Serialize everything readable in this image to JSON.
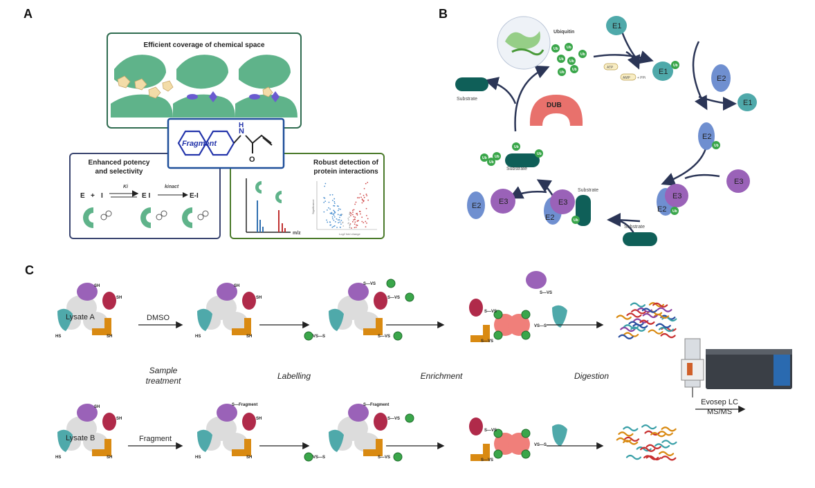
{
  "panels": {
    "a": {
      "letter": "A",
      "top_box_title": "Efficient coverage of chemical space",
      "fragment_label": "Fragment",
      "nh_label": "H",
      "n_label": "N",
      "o_label": "O",
      "left_box_title_1": "Enhanced potency",
      "left_box_title_2": "and selectivity",
      "eq_e": "E",
      "eq_plus": "+",
      "eq_i": "I",
      "eq_ki": "Ki",
      "eq_ei": "E I",
      "eq_kinact": "kinact",
      "eq_e_i": "E-I",
      "right_box_title_1": "Robust detection of",
      "right_box_title_2": "protein interactions",
      "mz_label": "m/z",
      "volcano_ylabel": "Significance",
      "volcano_xlabel": "Log2 fold change"
    },
    "b": {
      "letter": "B",
      "ubiquitin": "Ubiquitin",
      "ub": "Ub",
      "e1": "E1",
      "e2": "E2",
      "e3": "E3",
      "atp": "ATP",
      "amp": "AMP",
      "ppi": "+ PPi",
      "dub": "DUB",
      "substrate": "Substrate"
    },
    "c": {
      "letter": "C",
      "lysate_a": "Lysate A",
      "lysate_b": "Lysate B",
      "dmso": "DMSO",
      "fragment": "Fragment",
      "step_1_line1": "Sample",
      "step_1_line2": "treatment",
      "step_2": "Labelling",
      "step_3": "Enrichment",
      "step_4": "Digestion",
      "instrument_line1": "Evosep LC",
      "instrument_line2": "MS/MS",
      "sh": "SH",
      "hs": "HS",
      "s_vs": "S—VS",
      "vs_s": "VS—S",
      "s_fragment": "S—Fragment"
    }
  },
  "colors": {
    "protein_green": "#5fb38a",
    "teal": "#4fa9aa",
    "dark_teal": "#0f5f58",
    "blue_e2": "#6f8fd0",
    "purple_e3": "#9a62b8",
    "dub_red": "#e8716c",
    "ub_green": "#3aa64a",
    "arrow_navy": "#2b3556",
    "orange": "#d98a12",
    "crimson": "#b02a4a",
    "grey": "#d8d8d8"
  }
}
